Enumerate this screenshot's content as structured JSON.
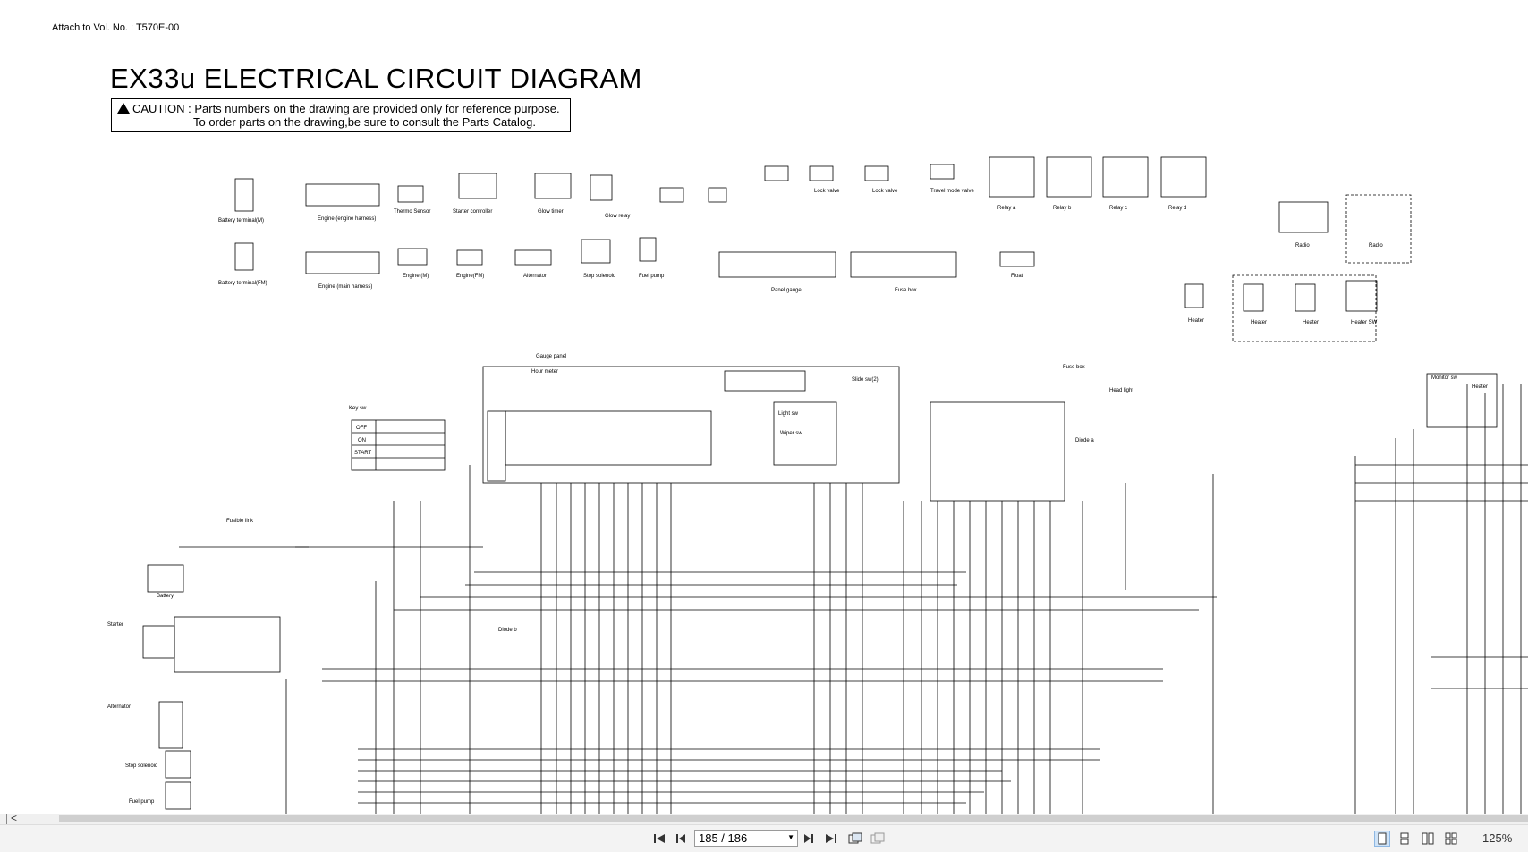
{
  "document": {
    "attach_text": "Attach to Vol. No. : T570E-00",
    "title": "EX33u ELECTRICAL CIRCUIT DIAGRAM",
    "caution_line1": "CAUTION : Parts numbers on the drawing are provided only for reference purpose.",
    "caution_line2": "To order parts on the drawing,be sure to consult the Parts Catalog.",
    "labels": {
      "battery_terminal_m": "Battery terminal(M)",
      "battery_terminal_fm": "Battery terminal(FM)",
      "engine_harness": "Engine (engine harness)",
      "engine_main_harness": "Engine (main harness)",
      "thermo_sensor": "Thermo Sensor",
      "starter_controller": "Starter controller",
      "glow_timer": "Glow timer",
      "glow_relay": "Glow relay",
      "engine_m": "Engine (M)",
      "engine_fm": "Engine(FM)",
      "alternator": "Alternator",
      "stop_solenoid": "Stop solenoid",
      "fuel_pump": "Fuel pump",
      "lock_valve": "Lock valve",
      "travel_mode_valve": "Travel mode valve",
      "panel_gauge": "Panel gauge",
      "fuse_box": "Fuse box",
      "float": "Float",
      "relay_a": "Relay a",
      "relay_b": "Relay b",
      "relay_c": "Relay c",
      "relay_d": "Relay d",
      "radio": "Radio",
      "heater": "Heater",
      "heater_sw": "Heater SW",
      "gauge_panel": "Gauge panel",
      "hour_meter": "Hour meter",
      "key_sw": "Key sw",
      "fusible_link": "Fusible link",
      "battery": "Battery",
      "starter": "Starter",
      "alternator2": "Alternator",
      "stop_solenoid2": "Stop solenoid",
      "fuel_pump2": "Fuel pump",
      "diode_b": "Diode b",
      "diode_a": "Diode a",
      "head_light": "Head light",
      "monitor_sw": "Monitor sw",
      "heater2": "Heater",
      "light_sw": "Light sw",
      "wiper_sw": "Wiper sw",
      "slide_sw2": "Slide sw(2)",
      "key_off": "OFF",
      "key_on": "ON",
      "key_start": "START"
    }
  },
  "scrollbar": {
    "left_arrow": "<"
  },
  "toolbar": {
    "page_indicator": "185 / 186",
    "zoom": "125%"
  }
}
